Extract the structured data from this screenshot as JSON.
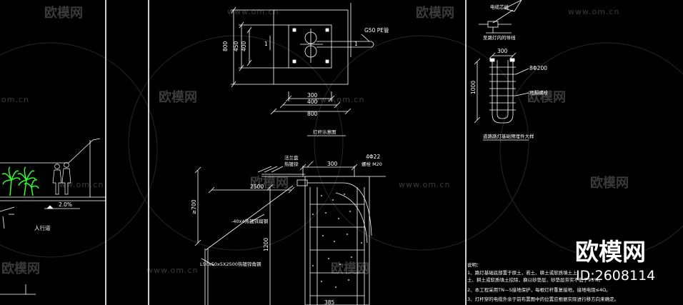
{
  "colors": {
    "background": "#000000",
    "line": "#ffffff",
    "dim_line": "#ffffff",
    "plant": "#2dff2d",
    "watermark": "#3a3a3a",
    "brand": "#ffffff"
  },
  "watermark": {
    "brand_text": "欧模网",
    "url_text": "www.om.cn",
    "url_text_short": "om.cn",
    "url_text_left": "ww.om.cn"
  },
  "brand": {
    "logo_text": "欧模网",
    "id_text": "ID:2608114"
  },
  "left_section": {
    "slope_label": "2.0%",
    "sidewalk_label": "人行道"
  },
  "plan_view": {
    "dim_800_vertical": "800",
    "dim_450": "450",
    "dim_400_vertical": "400",
    "pipe_label": "G50 PE管",
    "section_mark": "1",
    "section_mark_left": "1",
    "dim_300": "300",
    "dim_400": "400",
    "dim_800": "800",
    "title": "灯杆示意图"
  },
  "section_view": {
    "label_flange": "法兰盘",
    "label_flange_sub": "热镀锌",
    "label_bolt_count": "4Φ22",
    "label_bolt": "螺栓 M20",
    "dim_300": "300",
    "dim_2500": "2500",
    "dim_700": "≥700",
    "dim_1200": "1200",
    "label_flat_steel": "-40x4热镀锌扁钢",
    "label_angle_steel": "L50x50x5X2500热镀锌角钢",
    "label_bottom": "385"
  },
  "right_detail": {
    "label_cable_head": "电缆芯线",
    "label_lamp": "至路灯内的导线",
    "dim_300": "300",
    "label_rebar": "8Φ200",
    "dim_1000": "1000",
    "label_anchor": "地脚螺栓",
    "title": "道路路灯基础预埋件大样"
  },
  "notes": {
    "heading": "说明：",
    "lines": [
      "1、路灯基础底部置于原土，若土、耕土或软质填土上，",
      "   土、耕土或软质填土挖除，换以砂垫层，砂垫层夯实不低于95%。",
      "2、本工程采用TN—S接地保护，每根灯杆重复接地，接地电阻≤4Ω。",
      "3、灯杆穿的电缆外余于前布置图中的位置应根据实际进行移方向来确定。"
    ]
  }
}
